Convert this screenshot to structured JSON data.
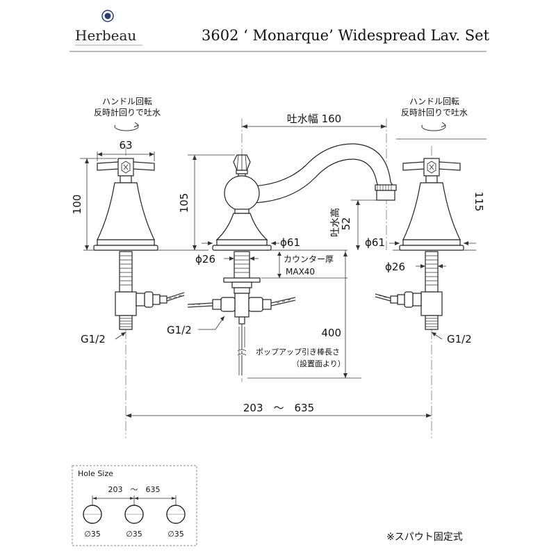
{
  "header": {
    "brand": "Herbeau",
    "title": "3602 ‘ Monarque’ Widespread Lav. Set"
  },
  "notes": {
    "rotation_left": [
      "ハンドル回転",
      "反時計回りで吐水"
    ],
    "rotation_right": [
      "ハンドル回転",
      "反時計回りで吐水"
    ],
    "counter_thickness": [
      "カウンター厚",
      "MAX40"
    ],
    "popup_rod": [
      "ポップアップ引き棒長さ",
      "（設置面より）"
    ],
    "spout_fixed": "※スパウト固定式"
  },
  "dimensions": {
    "spout_width": "吐水幅 160",
    "handle_width": "63",
    "left_handle_height": "100",
    "spout_body_height": "105",
    "right_handle_height": "115",
    "spout_outlet_label": "吐水高",
    "spout_outlet_value": "52",
    "diam_61_center": "ϕ61",
    "diam_61_right": "ϕ61",
    "diam_26_center": "ϕ26",
    "diam_26_right": "ϕ26",
    "popup_length": "400",
    "spread": "203　～　635",
    "thread_left": "G1/2",
    "thread_center": "G1/2",
    "thread_right": "G1/2"
  },
  "hole_size": {
    "title": "Hole Size",
    "spread": "203　～　635",
    "holes": [
      "∅35",
      "∅35",
      "∅35"
    ]
  }
}
